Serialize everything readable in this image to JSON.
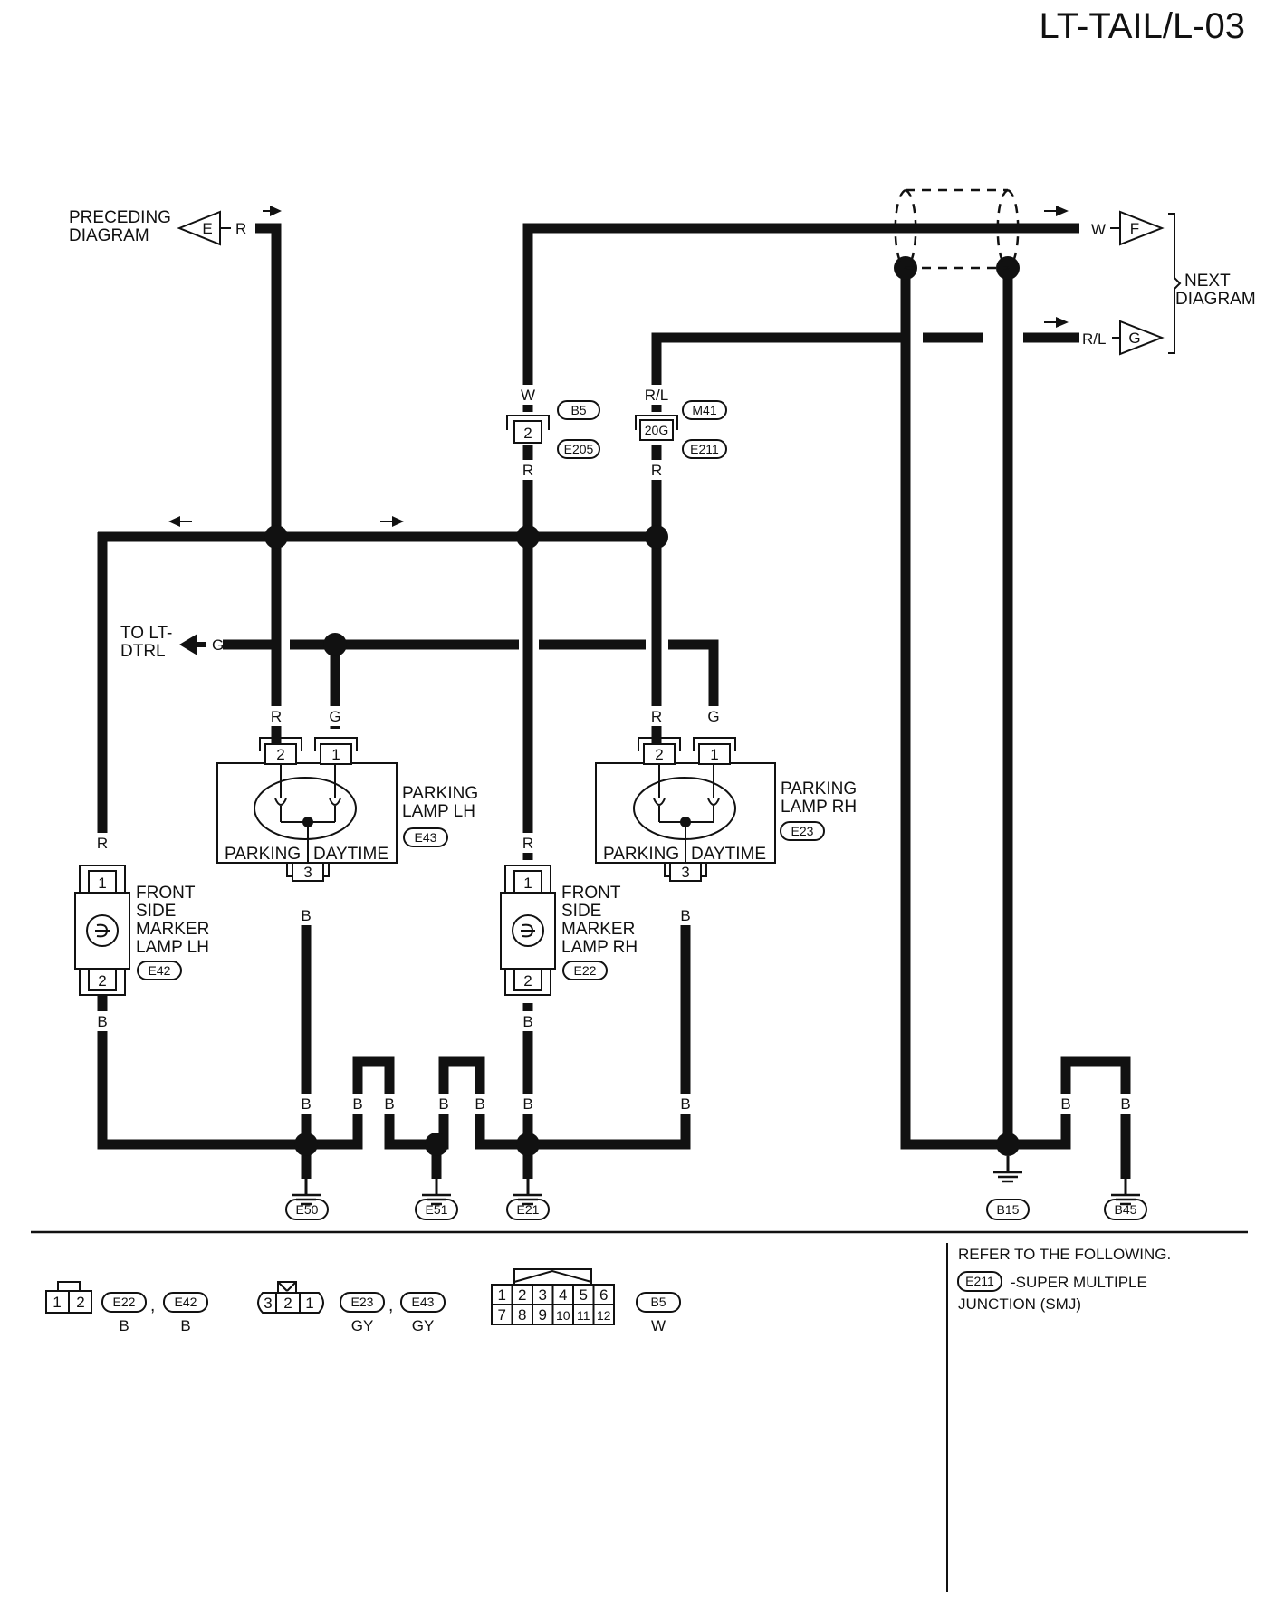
{
  "page_id": "LT-TAIL/L-03",
  "off_page": {
    "preceding": {
      "line1": "PRECEDING",
      "line2": "DIAGRAM",
      "connector": "E",
      "wire": "R"
    },
    "next": {
      "line1": "NEXT",
      "line2": "DIAGRAM",
      "connector_f": "F",
      "wire_f": "W",
      "connector_g": "G",
      "wire_g": "R/L"
    },
    "to_lt_dtrl": {
      "line1": "TO LT-",
      "line2": "DTRL",
      "wire": "G"
    }
  },
  "wire_colors": {
    "r": "R",
    "g": "G",
    "b": "B",
    "w": "W",
    "rl": "R/L"
  },
  "connectors": {
    "b5": {
      "pin": "2",
      "top": "B5",
      "bottom": "E205"
    },
    "m41": {
      "pin": "20G",
      "top": "M41",
      "bottom": "E211"
    }
  },
  "components": {
    "parking_lh": {
      "line1": "PARKING",
      "line2": "LAMP LH",
      "id": "E43",
      "parking": "PARKING",
      "daytime": "DAYTIME",
      "pin1": "1",
      "pin2": "2",
      "pin3": "3"
    },
    "parking_rh": {
      "line1": "PARKING",
      "line2": "LAMP RH",
      "id": "E23",
      "parking": "PARKING",
      "daytime": "DAYTIME",
      "pin1": "1",
      "pin2": "2",
      "pin3": "3"
    },
    "marker_lh": {
      "line1": "FRONT",
      "line2": "SIDE",
      "line3": "MARKER",
      "line4": "LAMP LH",
      "id": "E42",
      "pin1": "1",
      "pin2": "2"
    },
    "marker_rh": {
      "line1": "FRONT",
      "line2": "SIDE",
      "line3": "MARKER",
      "line4": "LAMP RH",
      "id": "E22",
      "pin1": "1",
      "pin2": "2"
    }
  },
  "grounds": [
    "E50",
    "E51",
    "E21",
    "B15",
    "B45"
  ],
  "legend": {
    "conn_a": {
      "pins": [
        "1",
        "2"
      ],
      "ids": [
        "E22",
        "E42"
      ],
      "colors": [
        "B",
        "B"
      ],
      "sep": ","
    },
    "conn_b": {
      "pins": [
        "3",
        "2",
        "1"
      ],
      "ids": [
        "E23",
        "E43"
      ],
      "colors": [
        "GY",
        "GY"
      ],
      "sep": ","
    },
    "conn_c": {
      "pins_top": [
        "1",
        "2",
        "3",
        "4",
        "5",
        "6"
      ],
      "pins_bottom": [
        "7",
        "8",
        "9",
        "10",
        "11",
        "12"
      ],
      "id": "B5",
      "color": "W"
    }
  },
  "refer": {
    "line1": "REFER TO THE FOLLOWING.",
    "id": "E211",
    "text": "-SUPER MULTIPLE",
    "line3": "JUNCTION (SMJ)"
  }
}
